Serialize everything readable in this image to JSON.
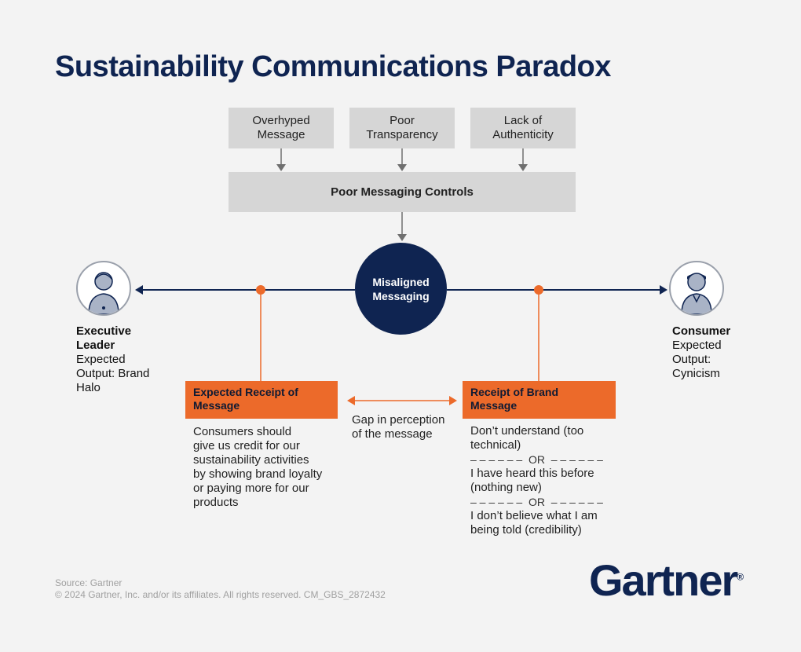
{
  "title": "Sustainability Communications Paradox",
  "causes": [
    "Overhyped\nMessage",
    "Poor\nTransparency",
    "Lack of\nAuthenticity"
  ],
  "controls_label": "Poor Messaging Controls",
  "center_label": "Misaligned\nMessaging",
  "left_person": {
    "name": "Executive\nLeader",
    "output": "Expected\nOutput: Brand\nHalo",
    "icon": "executive-leader-icon"
  },
  "right_person": {
    "name": "Consumer",
    "output": "Expected\nOutput:\nCynicism",
    "icon": "consumer-icon"
  },
  "left_box": {
    "heading": "Expected Receipt of\nMessage",
    "body": "Consumers should\ngive us credit for our\nsustainability activities\nby showing brand loyalty\nor paying more for our\nproducts"
  },
  "gap_label": "Gap in perception\nof the message",
  "right_box": {
    "heading": "Receipt of Brand\nMessage",
    "line1": "Don’t understand (too\ntechnical)",
    "or1": "– – – – – –  OR  – – – – – –",
    "line2": "I have heard this before\n(nothing new)",
    "or2": "– – – – – –  OR  – – – – – –",
    "line3": "I don’t believe what I am\nbeing told (credibility)"
  },
  "footer": {
    "source": "Source: Gartner",
    "copyright": "© 2024 Gartner, Inc. and/or its affiliates. All rights reserved. CM_GBS_2872432"
  },
  "logo": "Gartner",
  "colors": {
    "navy": "#0f2451",
    "orange": "#ec6a2a",
    "grey_box": "#d6d6d6",
    "arrow_grey": "#6f6f6f"
  }
}
